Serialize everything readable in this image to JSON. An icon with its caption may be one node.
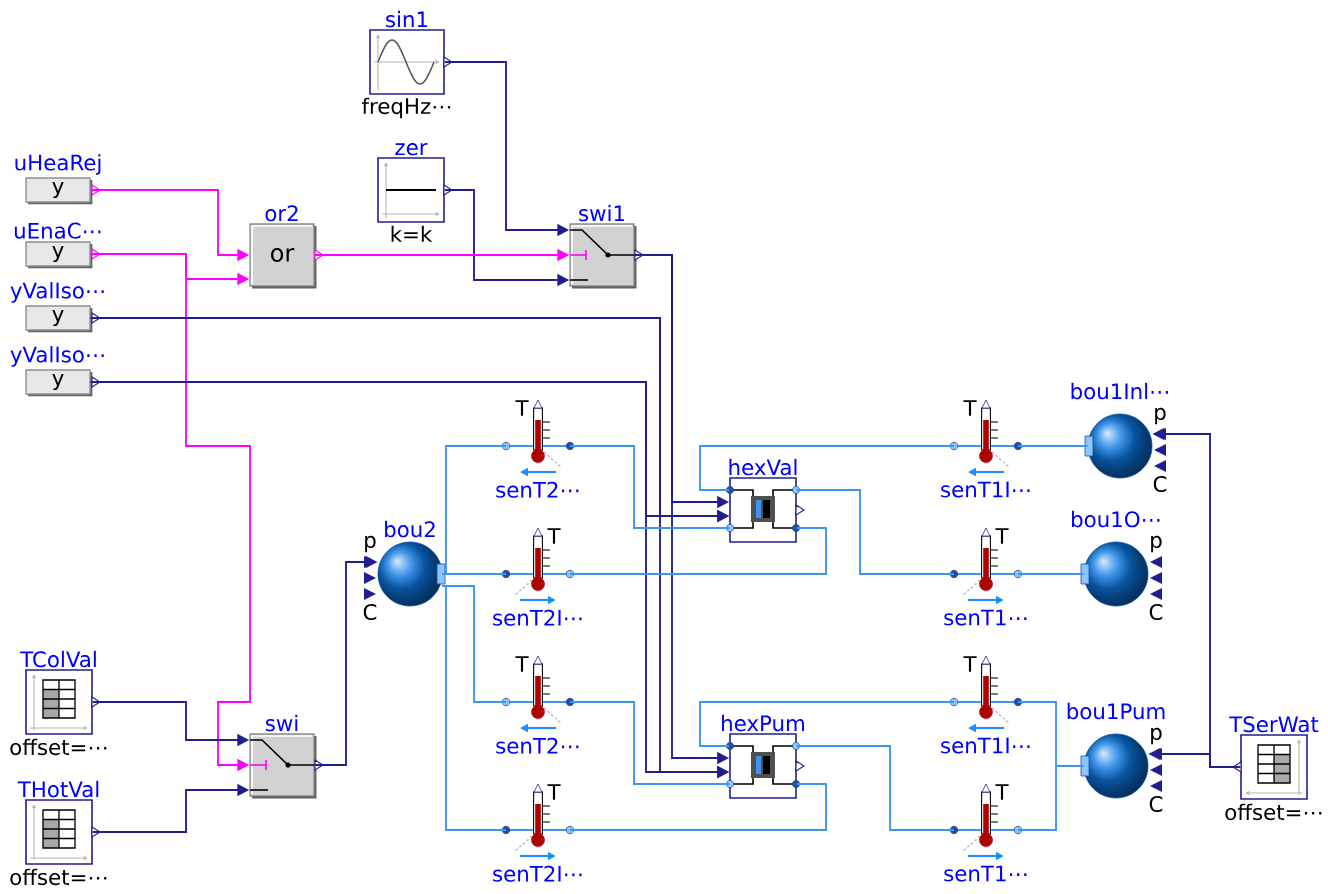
{
  "diagram": {
    "nodes": [
      {
        "text": [
          "sin1"
        ],
        "beside": [
          "freqHz⋯"
        ]
      },
      {
        "text": [
          "zer"
        ],
        "beside": [
          "k=k"
        ]
      },
      {
        "text": [
          "uHeaRej",
          "y"
        ]
      },
      {
        "text": [
          "or2",
          "or"
        ]
      },
      {
        "text": [
          "swi1"
        ]
      },
      {
        "text": [
          "uEnaC⋯",
          "y"
        ]
      },
      {
        "text": [
          "yValIso⋯",
          "y"
        ]
      },
      {
        "text": [
          "yValIso⋯",
          "y"
        ]
      },
      {
        "text": [
          "bou1Inl⋯",
          "p",
          "C"
        ]
      },
      {
        "text": [
          "T",
          "senT2⋯"
        ]
      },
      {
        "text": [
          "T",
          "senT1I⋯"
        ]
      },
      {
        "text": [
          "hexVal"
        ]
      },
      {
        "text": [
          "bou2",
          "p",
          "C"
        ]
      },
      {
        "text": [
          "T",
          "senT2I⋯"
        ]
      },
      {
        "text": [
          "T",
          "senT1⋯"
        ]
      },
      {
        "text": [
          "bou1O⋯",
          "p",
          "C"
        ]
      },
      {
        "text": [
          "TColVal"
        ],
        "beside": [
          "offset=⋯"
        ]
      },
      {
        "text": [
          "T",
          "senT2⋯"
        ]
      },
      {
        "text": [
          "T",
          "senT1I⋯"
        ]
      },
      {
        "text": [
          "hexPum"
        ]
      },
      {
        "text": [
          "bou1Pum",
          "p",
          "C"
        ]
      },
      {
        "text": [
          "TSerWat"
        ],
        "beside": [
          "offset=⋯"
        ]
      },
      {
        "text": [
          "swi"
        ]
      },
      {
        "text": [
          "THotVal"
        ],
        "beside": [
          "offset=⋯"
        ]
      },
      {
        "text": [
          "T",
          "senT2I⋯"
        ]
      },
      {
        "text": [
          "T",
          "senT1⋯"
        ]
      }
    ],
    "edges": [
      {
        "from": 0,
        "to": 4,
        "arrow": "to",
        "color": "#1f1f8f"
      },
      {
        "from": 1,
        "to": 4,
        "arrow": "to",
        "color": "#1f1f8f"
      },
      {
        "from": 2,
        "to": 3,
        "arrow": "to",
        "color": "#ff00ff"
      },
      {
        "from": 5,
        "to": 3,
        "arrow": "to",
        "color": "#ff00ff"
      },
      {
        "from": 5,
        "to": 22,
        "arrow": "to",
        "color": "#ff00ff"
      },
      {
        "from": 3,
        "to": 4,
        "arrow": "to",
        "color": "#ff00ff"
      },
      {
        "from": 4,
        "to": 11,
        "arrow": "to",
        "color": "#1f1f8f"
      },
      {
        "from": 4,
        "to": 19,
        "arrow": "to",
        "color": "#1f1f8f"
      },
      {
        "from": 6,
        "to": 11,
        "arrow": "to",
        "color": "#1f1f8f"
      },
      {
        "from": 6,
        "to": 19,
        "arrow": "to",
        "color": "#1f1f8f"
      },
      {
        "from": 7,
        "to": 11,
        "arrow": "to",
        "color": "#1f1f8f"
      },
      {
        "from": 7,
        "to": 19,
        "arrow": "to",
        "color": "#1f1f8f"
      },
      {
        "from": 16,
        "to": 22,
        "arrow": "to",
        "color": "#1f1f8f"
      },
      {
        "from": 23,
        "to": 22,
        "arrow": "to",
        "color": "#1f1f8f"
      },
      {
        "from": 22,
        "to": 12,
        "arrow": "to",
        "color": "#1f1f8f"
      },
      {
        "from": 21,
        "to": 8,
        "arrow": "to",
        "color": "#1f1f8f"
      },
      {
        "from": 21,
        "to": 20,
        "arrow": "to",
        "color": "#1f1f8f"
      },
      {
        "from": 12,
        "to": 9,
        "arrow": "none"
      },
      {
        "from": 12,
        "to": 13,
        "arrow": "none"
      },
      {
        "from": 12,
        "to": 17,
        "arrow": "none"
      },
      {
        "from": 12,
        "to": 24,
        "arrow": "none"
      },
      {
        "from": 9,
        "to": 11,
        "arrow": "none"
      },
      {
        "from": 13,
        "to": 11,
        "arrow": "none"
      },
      {
        "from": 11,
        "to": 10,
        "arrow": "none"
      },
      {
        "from": 11,
        "to": 14,
        "arrow": "none"
      },
      {
        "from": 10,
        "to": 8,
        "arrow": "none"
      },
      {
        "from": 14,
        "to": 15,
        "arrow": "none"
      },
      {
        "from": 17,
        "to": 19,
        "arrow": "none"
      },
      {
        "from": 24,
        "to": 19,
        "arrow": "none"
      },
      {
        "from": 19,
        "to": 18,
        "arrow": "none"
      },
      {
        "from": 19,
        "to": 25,
        "arrow": "none"
      },
      {
        "from": 18,
        "to": 20,
        "arrow": "none"
      },
      {
        "from": 25,
        "to": 20,
        "arrow": "none"
      }
    ]
  }
}
